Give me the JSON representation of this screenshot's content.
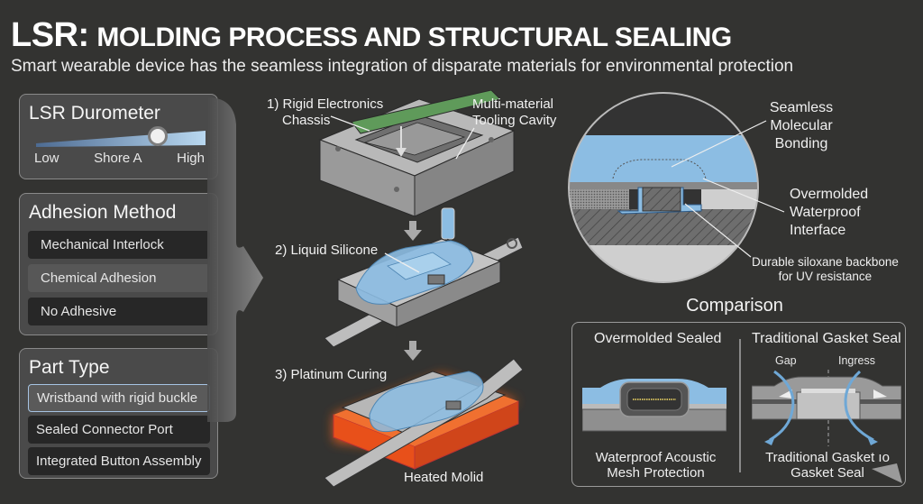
{
  "header": {
    "title_lead": "LSR:",
    "title_rest": "MOLDING PROCESS AND STRUCTURAL SEALING",
    "subtitle": "Smart wearable device has the seamless integration of disparate materials for environmental protection"
  },
  "controls": {
    "durometer": {
      "title": "LSR Durometer",
      "min_label": "Low",
      "mid_label": "Shore A",
      "max_label": "High",
      "value_fraction": 0.72
    },
    "adhesion": {
      "title": "Adhesion Method",
      "options": [
        "Mechanical Interlock",
        "Chemical Adhesion",
        "No Adhesive"
      ],
      "selected": "Chemical Adhesion"
    },
    "part_type": {
      "title": "Part Type",
      "options": [
        "Wristband with rigid buckle",
        "Sealed Connector Port",
        "Integrated Button Assembly"
      ],
      "selected": "Wristband with rigid buckle"
    }
  },
  "process": {
    "step1": {
      "line1": "1) Rigid Electronics",
      "line2": "Chassis"
    },
    "cavity": {
      "line1": "Multi-material",
      "line2": "Tooling Cavity"
    },
    "step2": "2) Liquid Silicone",
    "step3": "3) Platinum Curing",
    "heated": "Heated Molid"
  },
  "detail": {
    "bonding": [
      "Seamless",
      "Molecular",
      "Bonding"
    ],
    "interface": [
      "Overmolded",
      "Waterproof",
      "Interface"
    ],
    "backbone": [
      "Durable siloxane backbone",
      "for UV resistance"
    ]
  },
  "comparison": {
    "title": "Comparison",
    "left_head": "Overmolded Sealed",
    "left_caption": [
      "Waterproof Acoustic",
      "Mesh Protection"
    ],
    "right_head": "Traditional Gasket Seal",
    "gap_label": "Gap",
    "ingress_label": "Ingress",
    "right_caption": [
      "Traditional Gasket ıo",
      "Gasket Seal"
    ]
  },
  "colors": {
    "background": "#333331",
    "silicone_blue": "#8cbde3",
    "heat_orange": "#f0601e",
    "pcb_green": "#5f9a5a",
    "selected_outline": "#a6c3e2"
  }
}
